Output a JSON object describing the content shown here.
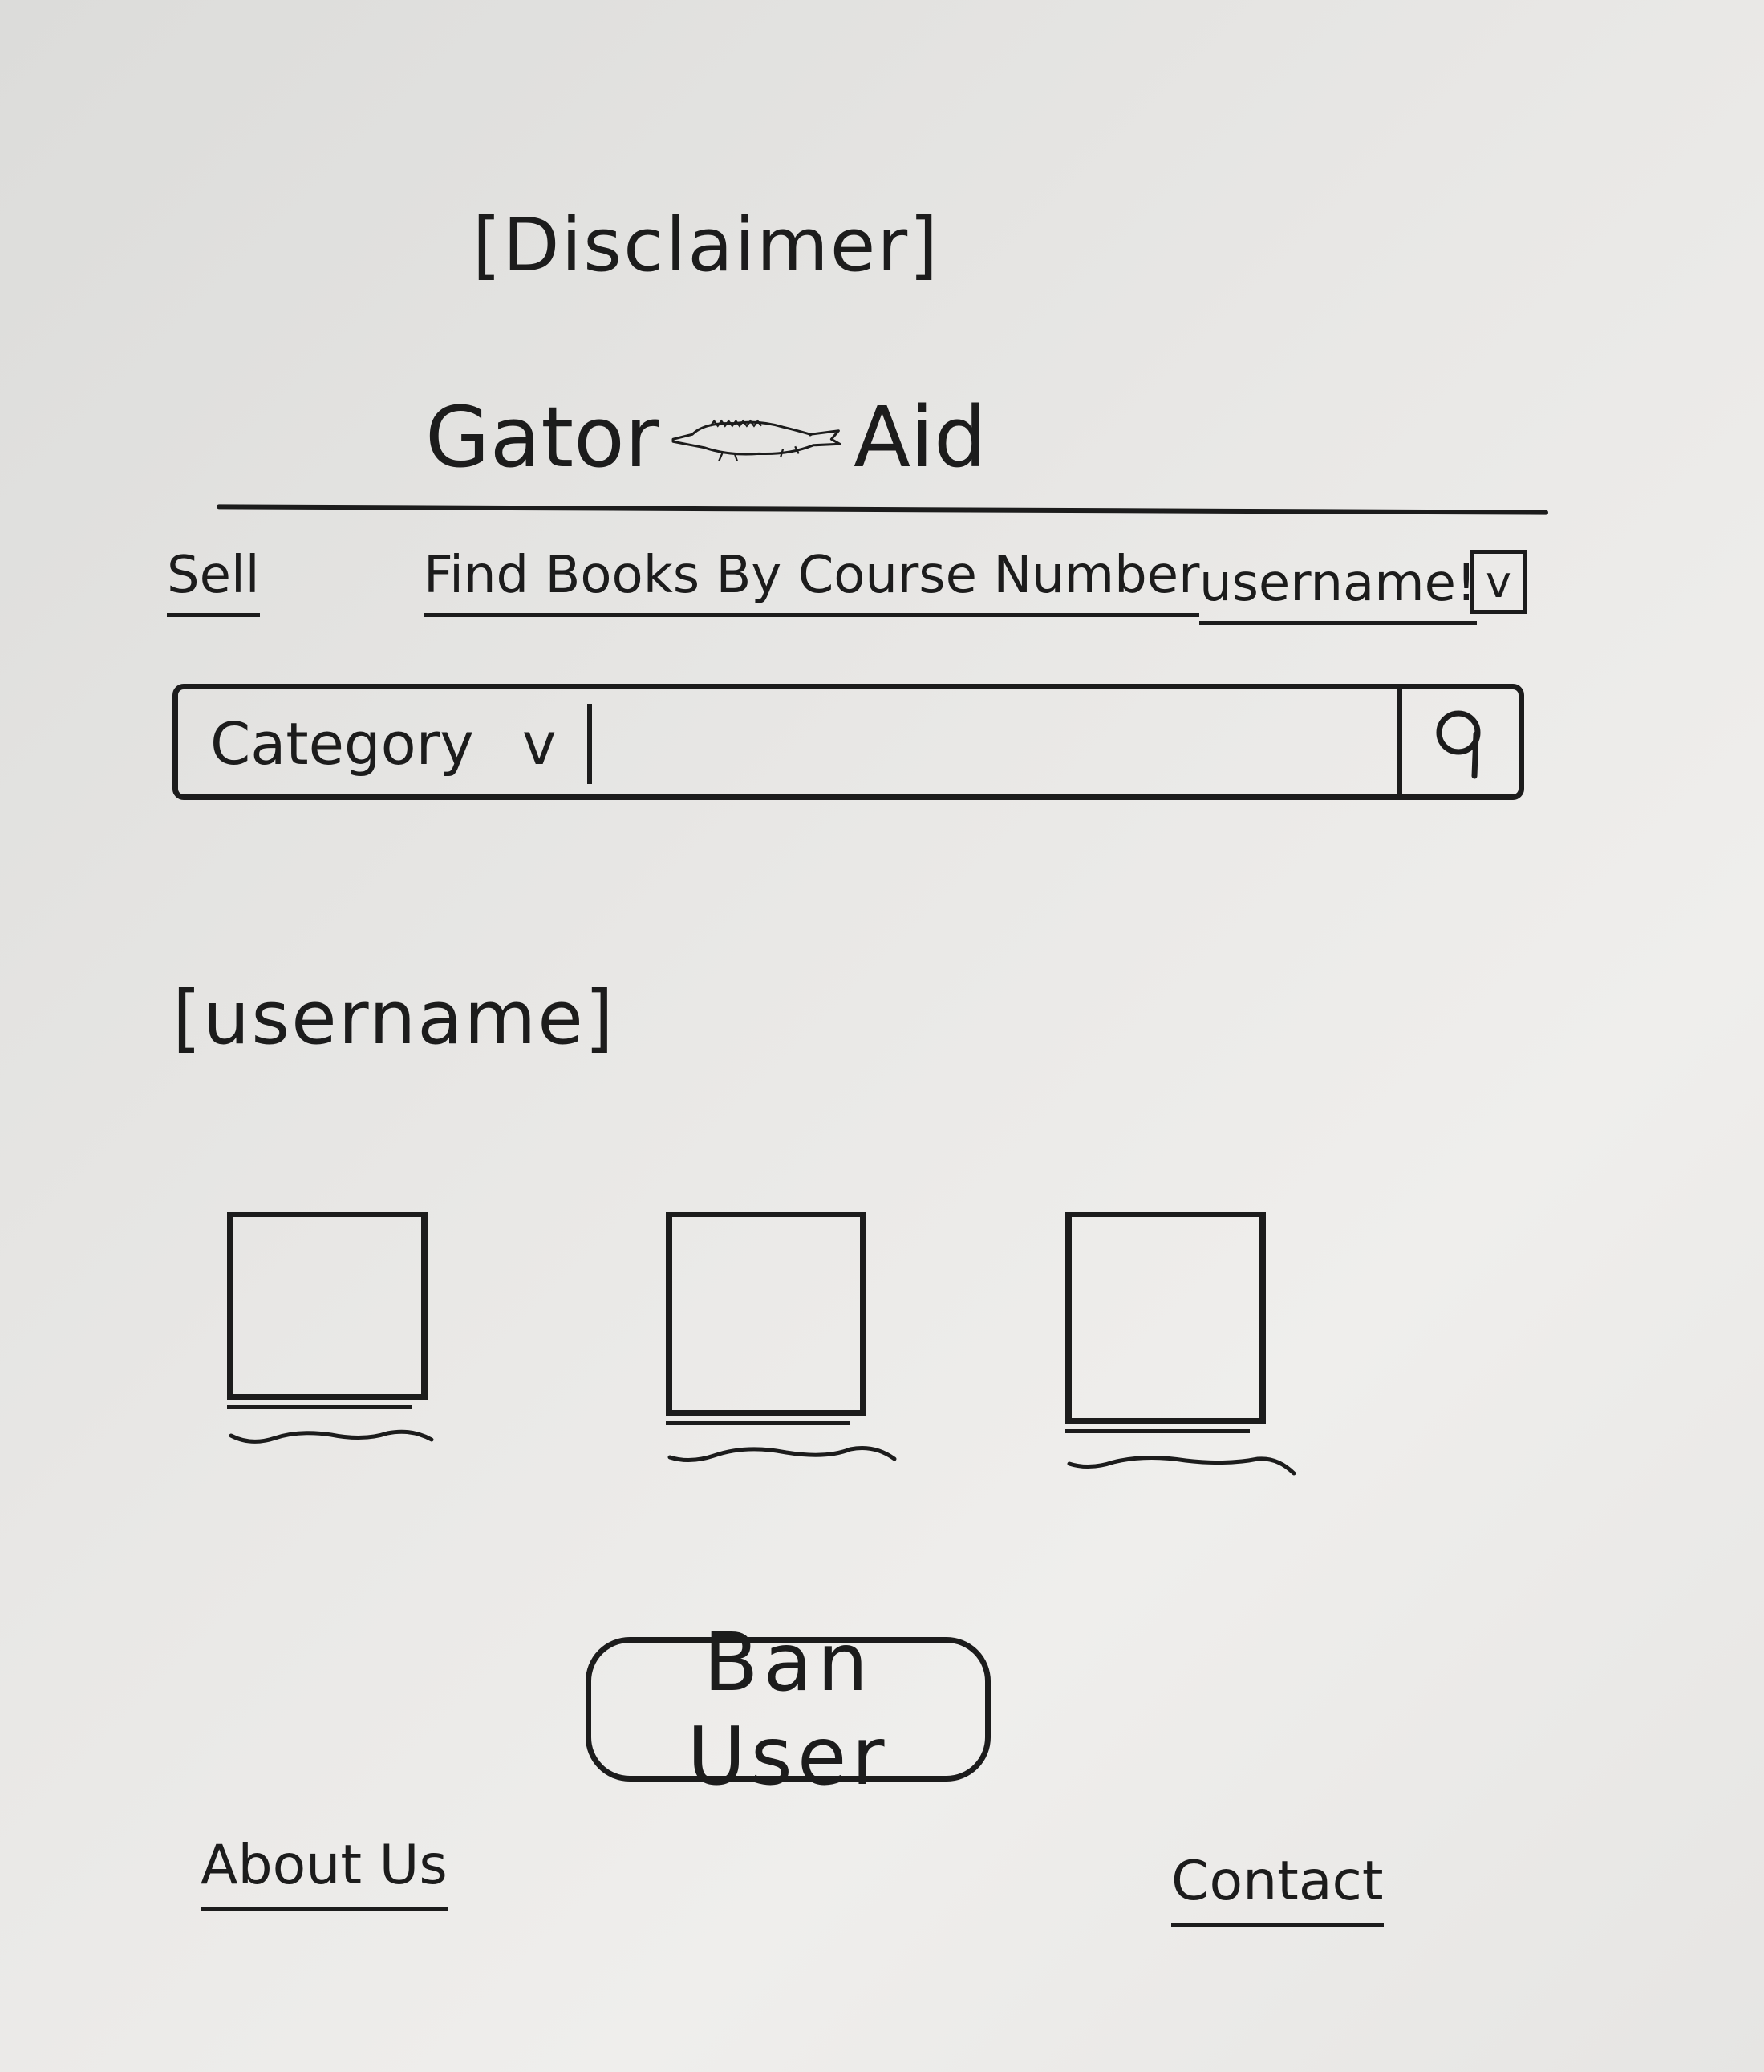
{
  "disclaimer": "[Disclaimer]",
  "logo": {
    "left_text": "Gator",
    "right_text": "Aid",
    "mascot_icon": "alligator-icon"
  },
  "nav": {
    "sell": "Sell",
    "find_books": "Find Books By Course Number",
    "username": "username!",
    "user_menu_icon": "chevron-down-icon",
    "user_menu_glyph": "v"
  },
  "search": {
    "category_label": "Category",
    "category_icon": "chevron-down-icon",
    "category_glyph": "v",
    "placeholder": "",
    "button_icon": "search-icon"
  },
  "profile": {
    "username": "[username]"
  },
  "listings": [
    {
      "image": "placeholder-image"
    },
    {
      "image": "placeholder-image"
    },
    {
      "image": "placeholder-image"
    }
  ],
  "actions": {
    "ban_user": "Ban User"
  },
  "footer": {
    "about": "About Us",
    "contact": "Contact"
  },
  "colors": {
    "ink": "#1c1c1c",
    "board": "#e9e8e6"
  }
}
